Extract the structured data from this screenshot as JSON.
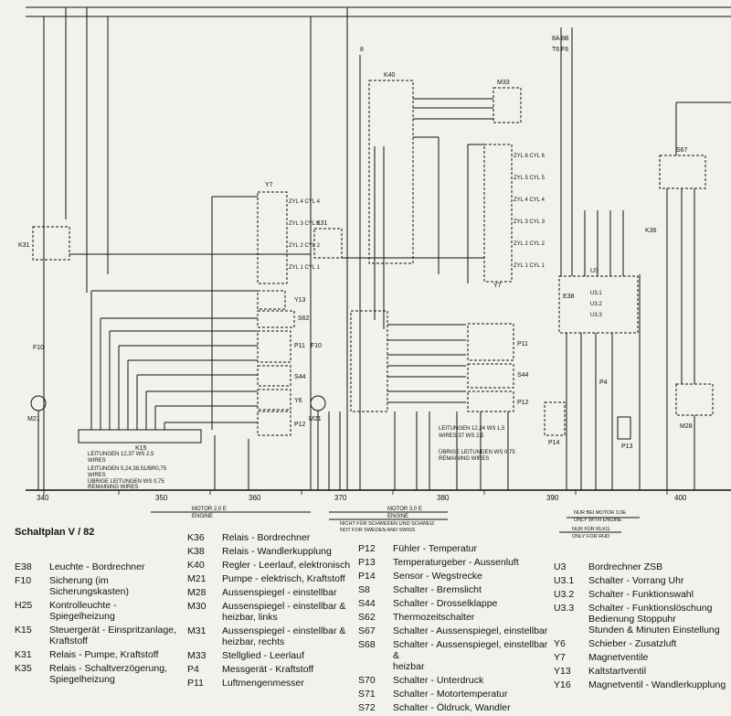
{
  "title": "Schaltplan V / 82",
  "connectors_top": [
    "T6",
    "8",
    "F6",
    "8A",
    "8B"
  ],
  "components": {
    "K31": "K31",
    "K31b": "K31",
    "K40": "K40",
    "K15": "K15",
    "K36": "K36",
    "S67": "S67",
    "M21": "M21",
    "M21b": "M21",
    "M28": "M28",
    "M33": "M33",
    "Y7": "Y7",
    "Y7b": "Y7",
    "P11": "P11",
    "P11b": "P11",
    "P12": "P12",
    "P12b": "P12",
    "S44": "S44",
    "S44b": "S44",
    "Y6": "Y6",
    "Y13": "Y13",
    "S62": "S62",
    "U3": "U3",
    "E38": "E38",
    "P14": "P14",
    "P4": "P4",
    "P13": "P13",
    "F10": "F10",
    "F10b": "F10"
  },
  "cyl_labels": [
    "ZYL 4 CYL 4",
    "ZYL 3 CYL 3",
    "ZYL 2 CYL 2",
    "ZYL 1 CYL 1"
  ],
  "cyl_labels_right": [
    "ZYL 6 CYL 6",
    "ZYL 5 CYL 5",
    "ZYL 4 CYL 4",
    "ZYL 3 CYL 3",
    "ZYL 2 CYL 2",
    "ZYL 1 CYL 1"
  ],
  "u3_labels": [
    "U3.1",
    "U3.2",
    "U3.3"
  ],
  "wire_notes_left": {
    "l1": "LEITUNGEN 12,37 WS 2,5",
    "l1b": "WIRES",
    "l2": "LEITUNGEN 5,24,38,51/BR0,75",
    "l2b": "WIRES",
    "l3": "ÜBRIGE LEITUNGEN WS 0,75",
    "l3b": "REMAINING WIRES"
  },
  "wire_notes_mid": {
    "l1": "LEITUNGEN 12,24 WS 1,5",
    "l1b": "WIRES 37 WS 2,5",
    "l3": "ÜBRIGE LEITUNGEN WS 0,75",
    "l3b": "REMAINING WIRES"
  },
  "bus_start": [
    "340",
    "350",
    "360",
    "370",
    "380",
    "390",
    "400"
  ],
  "annotations": {
    "motor1a": "MOTOR 2,0 E",
    "motor1b": "ENGINE",
    "motor2a": "MOTOR 3,0 E",
    "motor2b": "ENGINE",
    "sweden": "NICHT FÜR SCHWEDEN UND SCHWEIZ",
    "sweden_en": "NOT FOR SWEDEN AND SWISS",
    "motor3a": "NUR BEI MOTOR 3,0E",
    "motor3b": "ONLY WITH ENGINE",
    "rhd1": "NUR FÜR RLKG",
    "rhd2": "ONLY FOR RHD"
  },
  "legend": {
    "col1": [
      {
        "code": "E38",
        "desc": "Leuchte - Bordrechner"
      },
      {
        "code": "F10",
        "desc": "Sicherung (im Sicherungskasten)"
      },
      {
        "code": "H25",
        "desc": "Kontrolleuchte - Spiegelheizung"
      },
      {
        "code": "K15",
        "desc": "Steuergerät - Einspritzanlage,\nKraftstoff"
      },
      {
        "code": "K31",
        "desc": "Relais - Pumpe, Kraftstoff"
      },
      {
        "code": "K35",
        "desc": "Relais - Schaltverzögerung,\nSpiegelheizung"
      }
    ],
    "col2": [
      {
        "code": "K36",
        "desc": "Relais - Bordrechner"
      },
      {
        "code": "K38",
        "desc": "Relais - Wandlerkupplung"
      },
      {
        "code": "K40",
        "desc": "Regler - Leerlauf, elektronisch"
      },
      {
        "code": "M21",
        "desc": "Pumpe - elektrisch, Kraftstoff"
      },
      {
        "code": "M28",
        "desc": "Aussenspiegel - einstellbar"
      },
      {
        "code": "M30",
        "desc": "Aussenspiegel - einstellbar &\nheizbar, links"
      },
      {
        "code": "M31",
        "desc": "Aussenspiegel - einstellbar &\nheizbar, rechts"
      },
      {
        "code": "M33",
        "desc": "Stellglied - Leerlauf"
      },
      {
        "code": "P4",
        "desc": "Messgerät - Kraftstoff"
      },
      {
        "code": "P11",
        "desc": "Luftmengenmesser"
      }
    ],
    "col3": [
      {
        "code": "P12",
        "desc": "Fühler - Temperatur"
      },
      {
        "code": "P13",
        "desc": "Temperaturgeber - Aussenluft"
      },
      {
        "code": "P14",
        "desc": "Sensor - Wegstrecke"
      },
      {
        "code": "S8",
        "desc": "Schalter - Bremslicht"
      },
      {
        "code": "S44",
        "desc": "Schalter - Drosselklappe"
      },
      {
        "code": "S62",
        "desc": "Thermozeitschalter"
      },
      {
        "code": "S67",
        "desc": "Schalter - Aussenspiegel, einstellbar"
      },
      {
        "code": "S68",
        "desc": "Schalter - Aussenspiegel, einstellbar &\nheizbar"
      },
      {
        "code": "S70",
        "desc": "Schalter - Unterdruck"
      },
      {
        "code": "S71",
        "desc": "Schalter - Motortemperatur"
      },
      {
        "code": "S72",
        "desc": "Schalter - Öldruck, Wandler"
      }
    ],
    "col4": [
      {
        "code": "U3",
        "desc": "Bordrechner ZSB"
      },
      {
        "code": "U3.1",
        "desc": "Schalter - Vorrang Uhr"
      },
      {
        "code": "U3.2",
        "desc": "Schalter - Funktionswahl"
      },
      {
        "code": "U3.3",
        "desc": "Schalter - Funktionslöschung\nBedienung Stoppuhr\nStunden & Minuten Einstellung"
      },
      {
        "code": "Y6",
        "desc": "Schieber - Zusatzluft"
      },
      {
        "code": "Y7",
        "desc": "Magnetventile"
      },
      {
        "code": "Y13",
        "desc": "Kaltstartventil"
      },
      {
        "code": "Y16",
        "desc": "Magnetventil - Wandlerkupplung"
      }
    ]
  }
}
